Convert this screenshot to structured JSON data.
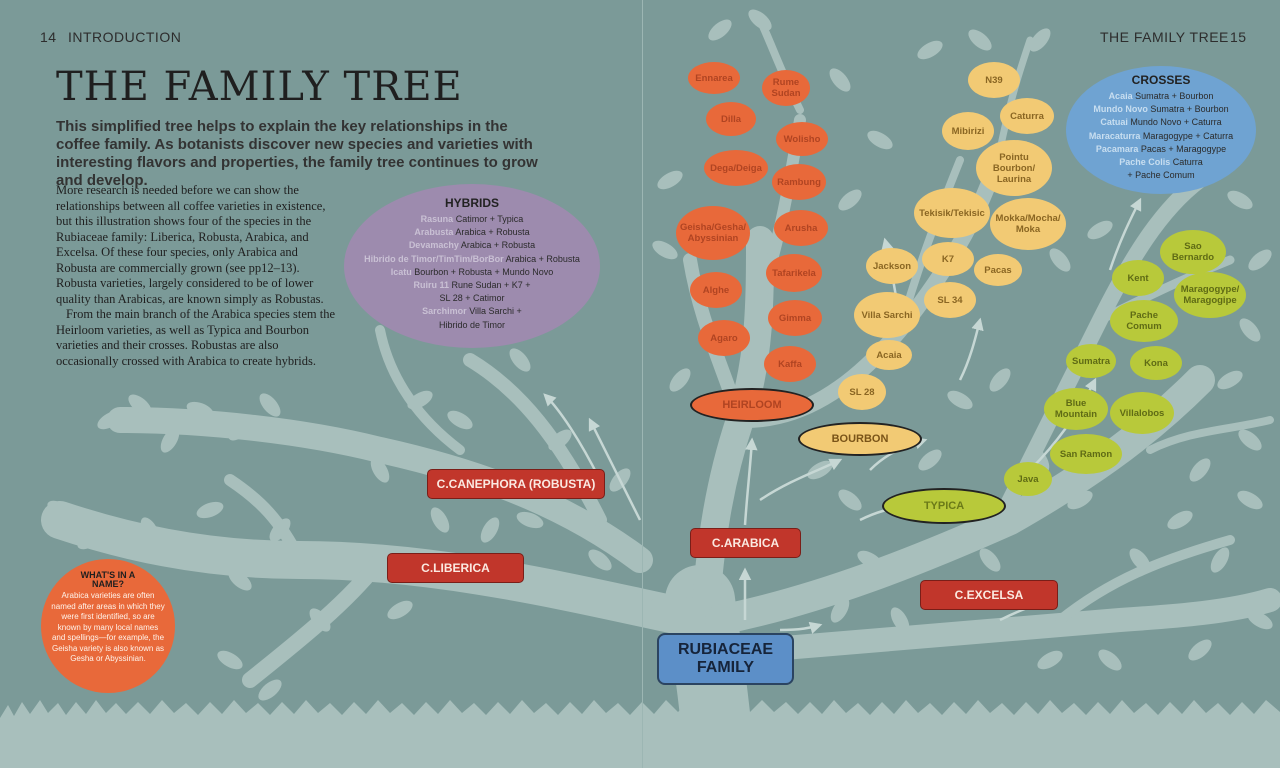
{
  "header": {
    "left_page": "14",
    "left_section": "INTRODUCTION",
    "right_section": "THE FAMILY TREE",
    "right_page": "15"
  },
  "title": "THE FAMILY TREE",
  "intro": "This simplified tree helps to explain the key relationships in the coffee family. As botanists discover new species and varieties with interesting flavors and properties, the family tree continues to grow and develop.",
  "body": [
    "More research is needed before we can show the relationships between all coffee varieties in existence, but this illustration shows four of the species in the Rubiaceae family: Liberica, Robusta, Arabica, and Excelsa. Of these four species, only Arabica and Robusta are commercially grown (see pp12–13). Robusta varieties, largely considered to be of lower quality than Arabicas, are known simply as Robustas.",
    "From the main branch of the Arabica species stem the Heirloom varieties, as well as Typica and Bourbon varieties and their crosses. Robustas are also occasionally crossed with Arabica to create hybrids."
  ],
  "hybrids": {
    "title": "HYBRIDS",
    "rows": [
      {
        "name": "Rasuna",
        "parents": "Catimor + Typica"
      },
      {
        "name": "Arabusta",
        "parents": "Arabica + Robusta"
      },
      {
        "name": "Devamachy",
        "parents": "Arabica + Robusta"
      },
      {
        "name": "Hibrido de Timor/TimTim/BorBor",
        "parents": "Arabica + Robusta"
      },
      {
        "name": "Icatu",
        "parents": "Bourbon + Robusta + Mundo Novo"
      },
      {
        "name": "Ruiru 11",
        "parents": "Rune Sudan + K7 +"
      },
      {
        "name": "",
        "parents": "SL 28 + Catimor"
      },
      {
        "name": "Sarchimor",
        "parents": "Villa Sarchi +"
      },
      {
        "name": "",
        "parents": "Hibrido de Timor"
      }
    ]
  },
  "crosses": {
    "title": "CROSSES",
    "rows": [
      {
        "name": "Acaia",
        "parents": "Sumatra + Bourbon"
      },
      {
        "name": "Mundo Novo",
        "parents": "Sumatra + Bourbon"
      },
      {
        "name": "Catuai",
        "parents": "Mundo Novo + Caturra"
      },
      {
        "name": "Maracaturra",
        "parents": "Maragogype + Caturra"
      },
      {
        "name": "Pacamara",
        "parents": "Pacas + Maragogype"
      },
      {
        "name": "Pache Colis",
        "parents": "Caturra"
      },
      {
        "name": "",
        "parents": "+ Pache Comum"
      }
    ]
  },
  "heirloom_varieties": [
    "Ennarea",
    "Rume Sudan",
    "Dilla",
    "Wolisho",
    "Dega/Deiga",
    "Rambung",
    "Geisha/Gesha/ Abyssinian",
    "Arusha",
    "Tafarikela",
    "Alghe",
    "Gimma",
    "Agaro",
    "Kaffa"
  ],
  "bourbon_varieties": [
    "N39",
    "Caturra",
    "Mibirizi",
    "Pointu Bourbon/ Laurina",
    "Tekisik/Tekisic",
    "Mokka/Mocha/ Moka",
    "K7",
    "Jackson",
    "Pacas",
    "SL 34",
    "Villa Sarchi",
    "Acaia",
    "SL 28"
  ],
  "typica_varieties": [
    "Sao Bernardo",
    "Kent",
    "Maragogype/ Maragogipe",
    "Pache Comum",
    "Sumatra",
    "Kona",
    "Blue Mountain",
    "Villalobos",
    "San Ramon",
    "Java"
  ],
  "tags": {
    "heirloom": "HEIRLOOM",
    "bourbon": "BOURBON",
    "typica": "TYPICA"
  },
  "species": {
    "canephora": "C.CANEPHORA (ROBUSTA)",
    "liberica": "C.LIBERICA",
    "arabica": "C.ARABICA",
    "excelsa": "C.EXCELSA",
    "family_line1": "RUBIACEAE",
    "family_line2": "FAMILY"
  },
  "sidebar": {
    "title": "WHAT'S IN A NAME?",
    "text": "Arabica varieties are often named after areas in which they were first identified, so are known by many local names and spellings—for example, the Geisha variety is also known as Gesha or Abyssinian."
  },
  "colors": {
    "background": "#7b9a98",
    "tree": "#a8bfbc",
    "heirloom": "#e8693a",
    "bourbon": "#f2ca74",
    "typica": "#b8c93a",
    "species_label": "#c1362b",
    "family_label": "#5c8fc8",
    "hybrids_panel": "#9d8bae",
    "crosses_panel": "#6fa3d2"
  }
}
